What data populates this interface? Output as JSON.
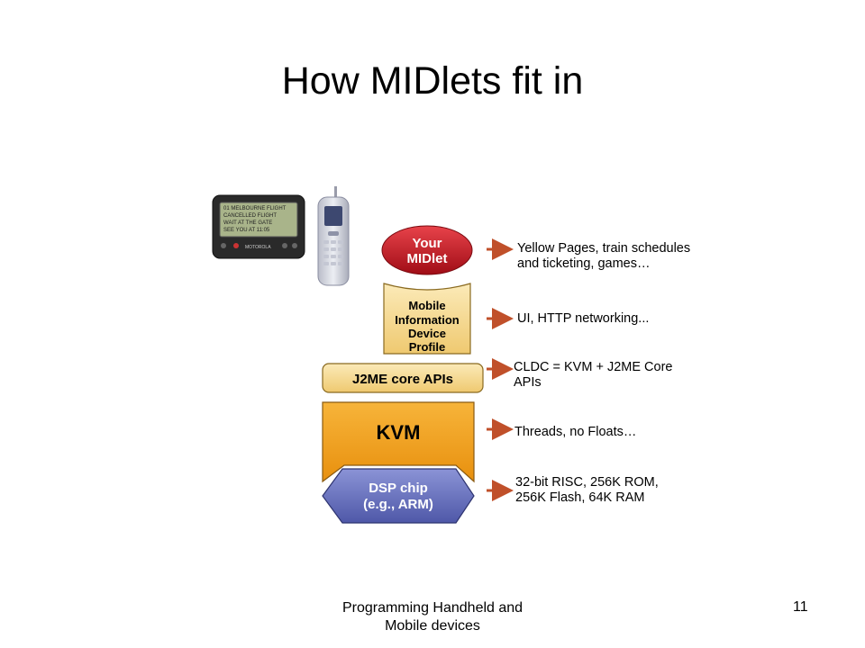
{
  "slide": {
    "title": "How MIDlets fit in",
    "footer_line1": "Programming Handheld and",
    "footer_line2": "Mobile devices",
    "page_number": "11"
  },
  "diagram": {
    "layers": [
      {
        "id": "midlet",
        "lines": [
          "Your",
          "MIDlet"
        ],
        "color": "#c8141e"
      },
      {
        "id": "midp",
        "lines": [
          "Mobile",
          "Information",
          "Device",
          "Profile"
        ],
        "color": "#f6d98c"
      },
      {
        "id": "j2me",
        "lines": [
          "J2ME core APIs"
        ],
        "color": "#f6d98c"
      },
      {
        "id": "kvm",
        "lines": [
          "KVM"
        ],
        "color": "#f3a41e"
      },
      {
        "id": "dsp",
        "lines": [
          "DSP chip",
          "(e.g., ARM)"
        ],
        "color": "#6f78c4"
      }
    ],
    "descriptions": [
      [
        "Yellow Pages, train schedules",
        "and ticketing, games…"
      ],
      [
        "UI, HTTP networking..."
      ],
      [
        "CLDC = KVM + J2ME Core",
        "APIs"
      ],
      [
        "Threads, no Floats…"
      ],
      [
        "32-bit RISC, 256K ROM,",
        "256K Flash, 64K RAM"
      ]
    ],
    "arrow_color": "#c0502a",
    "devices": [
      {
        "name": "pager",
        "screen_lines": [
          "01 MELBOURNE FLIGHT",
          "CANCELLED FLIGHT",
          "WAIT AT THE GATE",
          "SEE YOU AT 11:05"
        ],
        "brand": "MOTOROLA"
      },
      {
        "name": "mobile-phone"
      }
    ]
  }
}
